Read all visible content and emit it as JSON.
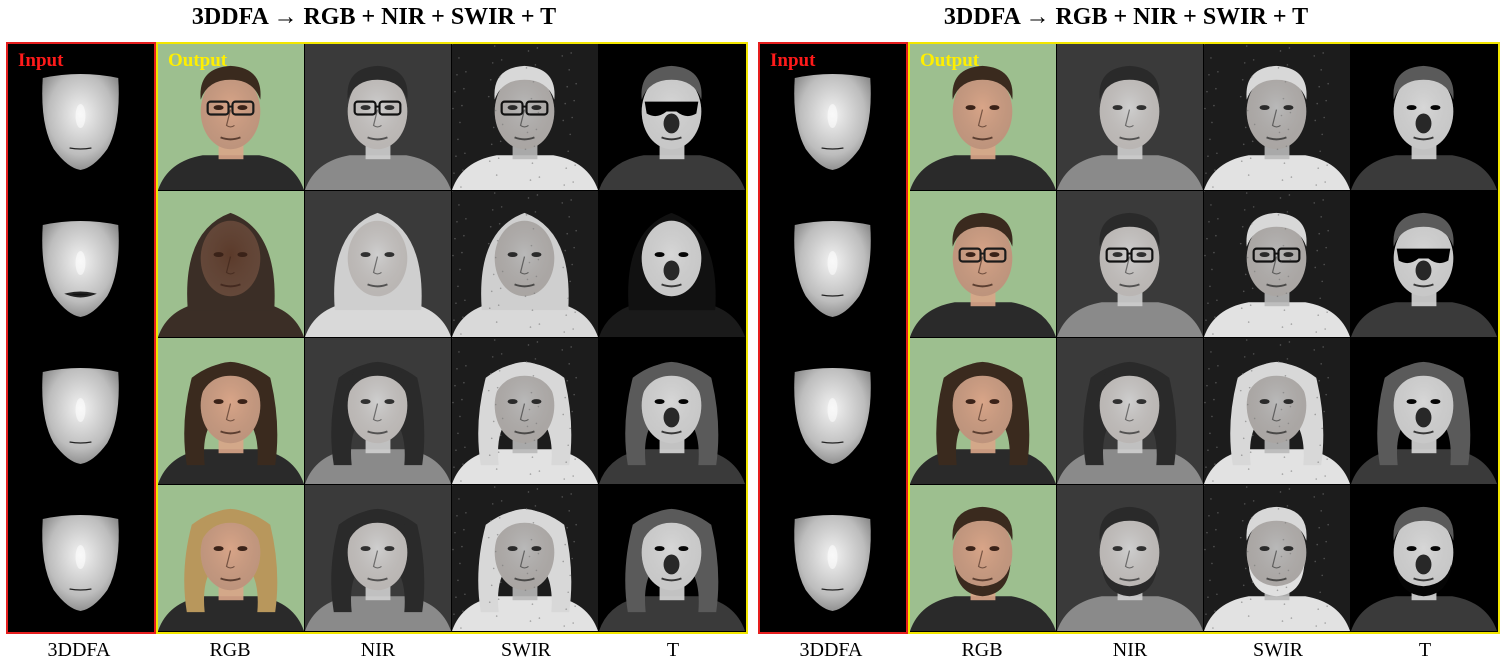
{
  "panels": [
    {
      "title": "3DDFA → RGB + NIR + SWIR + T",
      "input_label": "Input",
      "output_label": "Output",
      "columns": [
        "3DDFA",
        "RGB",
        "NIR",
        "SWIR",
        "T"
      ],
      "rows": [
        {
          "glasses": true,
          "sunglasses": true,
          "beard": false,
          "long_hair": false,
          "mouth_open": false
        },
        {
          "glasses": false,
          "sunglasses": false,
          "beard": false,
          "long_hair": false,
          "mouth_open": true,
          "hood": true,
          "dark_skin": true
        },
        {
          "glasses": false,
          "sunglasses": false,
          "beard": false,
          "long_hair": true,
          "mouth_open": false
        },
        {
          "glasses": false,
          "sunglasses": false,
          "beard": false,
          "long_hair": true,
          "blonde": true,
          "mouth_open": false
        }
      ]
    },
    {
      "title": "3DDFA → RGB + NIR + SWIR + T",
      "input_label": "Input",
      "output_label": "Output",
      "columns": [
        "3DDFA",
        "RGB",
        "NIR",
        "SWIR",
        "T"
      ],
      "rows": [
        {
          "glasses": false,
          "sunglasses": false,
          "beard": false,
          "long_hair": false,
          "mouth_open": false
        },
        {
          "glasses": true,
          "sunglasses": true,
          "beard": false,
          "long_hair": false,
          "mouth_open": false
        },
        {
          "glasses": false,
          "sunglasses": false,
          "beard": false,
          "long_hair": true,
          "mouth_open": false
        },
        {
          "glasses": false,
          "sunglasses": false,
          "beard": true,
          "long_hair": false,
          "mouth_open": false
        }
      ]
    }
  ],
  "colors": {
    "input_border": "#e61e1e",
    "output_border": "#f2e600",
    "input_text": "#ff1a1a",
    "output_text": "#ffef00",
    "rgb_background": "#9dbf8f"
  }
}
